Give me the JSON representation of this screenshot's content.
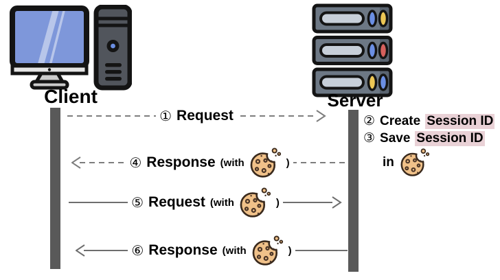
{
  "client": {
    "label": "Client"
  },
  "server": {
    "label": "Server"
  },
  "messages": [
    {
      "num": "①",
      "label": "Request",
      "line": "dashed",
      "direction": "client-to-server",
      "with_cookie": false
    },
    {
      "num": "④",
      "label": "Response",
      "with_prefix": "(with",
      "with_suffix": ")",
      "line": "dashed",
      "direction": "server-to-client",
      "with_cookie": true
    },
    {
      "num": "⑤",
      "label": "Request",
      "with_prefix": "(with",
      "with_suffix": ")",
      "line": "solid",
      "direction": "client-to-server",
      "with_cookie": true
    },
    {
      "num": "⑥",
      "label": "Response",
      "with_prefix": "(with",
      "with_suffix": ")",
      "line": "solid",
      "direction": "server-to-client",
      "with_cookie": true
    }
  ],
  "server_notes": [
    {
      "num": "②",
      "action": "Create",
      "highlight": "Session ID"
    },
    {
      "num": "③",
      "action": "Save",
      "highlight": "Session ID"
    },
    {
      "action": "in",
      "with_cookie": true
    }
  ],
  "icons": {
    "client": "desktop-computer-icon",
    "server": "server-stack-icon",
    "cookie": "cookie-icon",
    "server_led_colors": [
      [
        "blue",
        "yellow"
      ],
      [
        "blue",
        "red"
      ],
      [
        "yellow",
        "blue"
      ]
    ]
  },
  "colors": {
    "highlight_bg": "#e9d1d6",
    "arrow_gray": "#7d7d7d",
    "lifeline_gray": "#595959",
    "cookie_body": "#f0c189",
    "screen_blue": "#7e97da",
    "led_blue": "#6b8fe3",
    "led_yellow": "#ecc655",
    "led_red": "#d5605c"
  }
}
